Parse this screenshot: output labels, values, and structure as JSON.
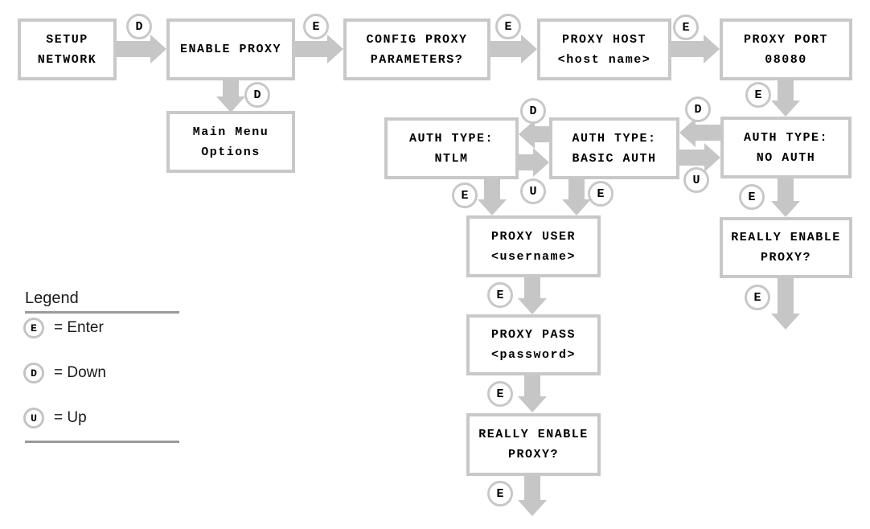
{
  "nodes": {
    "setup_network": "SETUP\nNETWORK",
    "enable_proxy": "ENABLE PROXY",
    "config_proxy": "CONFIG PROXY\nPARAMETERS?",
    "proxy_host": "PROXY HOST\n<host name>",
    "proxy_port": "PROXY PORT\n08080",
    "main_menu": "Main Menu\nOptions",
    "auth_ntlm": "AUTH TYPE:\nNTLM",
    "auth_basic": "AUTH TYPE:\nBASIC AUTH",
    "auth_no": "AUTH TYPE:\nNO AUTH",
    "proxy_user": "PROXY USER\n<username>",
    "proxy_pass": "PROXY PASS\n<password>",
    "really_enable_center": "REALLY ENABLE\nPROXY?",
    "really_enable_right": "REALLY ENABLE\nPROXY?"
  },
  "badges": {
    "setup_to_enable": "D",
    "enable_to_config": "E",
    "config_to_host": "E",
    "host_to_port": "E",
    "enable_to_main_menu": "D",
    "port_to_no_auth": "E",
    "no_auth_to_basic": "D",
    "basic_to_no_auth": "U",
    "basic_to_ntlm": "D",
    "ntlm_to_basic": "U",
    "ntlm_to_user": "E",
    "basic_to_user": "E",
    "no_auth_to_really": "E",
    "user_to_pass": "E",
    "pass_to_really": "E",
    "really_center_exit": "E",
    "really_right_exit": "E"
  },
  "legend": {
    "title": "Legend",
    "items": [
      {
        "key": "E",
        "label": "= Enter"
      },
      {
        "key": "D",
        "label": "= Down"
      },
      {
        "key": "U",
        "label": "= Up"
      }
    ]
  },
  "colors": {
    "box_border": "#c8c8c8",
    "arrow_fill": "#c6c6c6",
    "text": "#000000",
    "legend_line": "#9a9a9a"
  }
}
